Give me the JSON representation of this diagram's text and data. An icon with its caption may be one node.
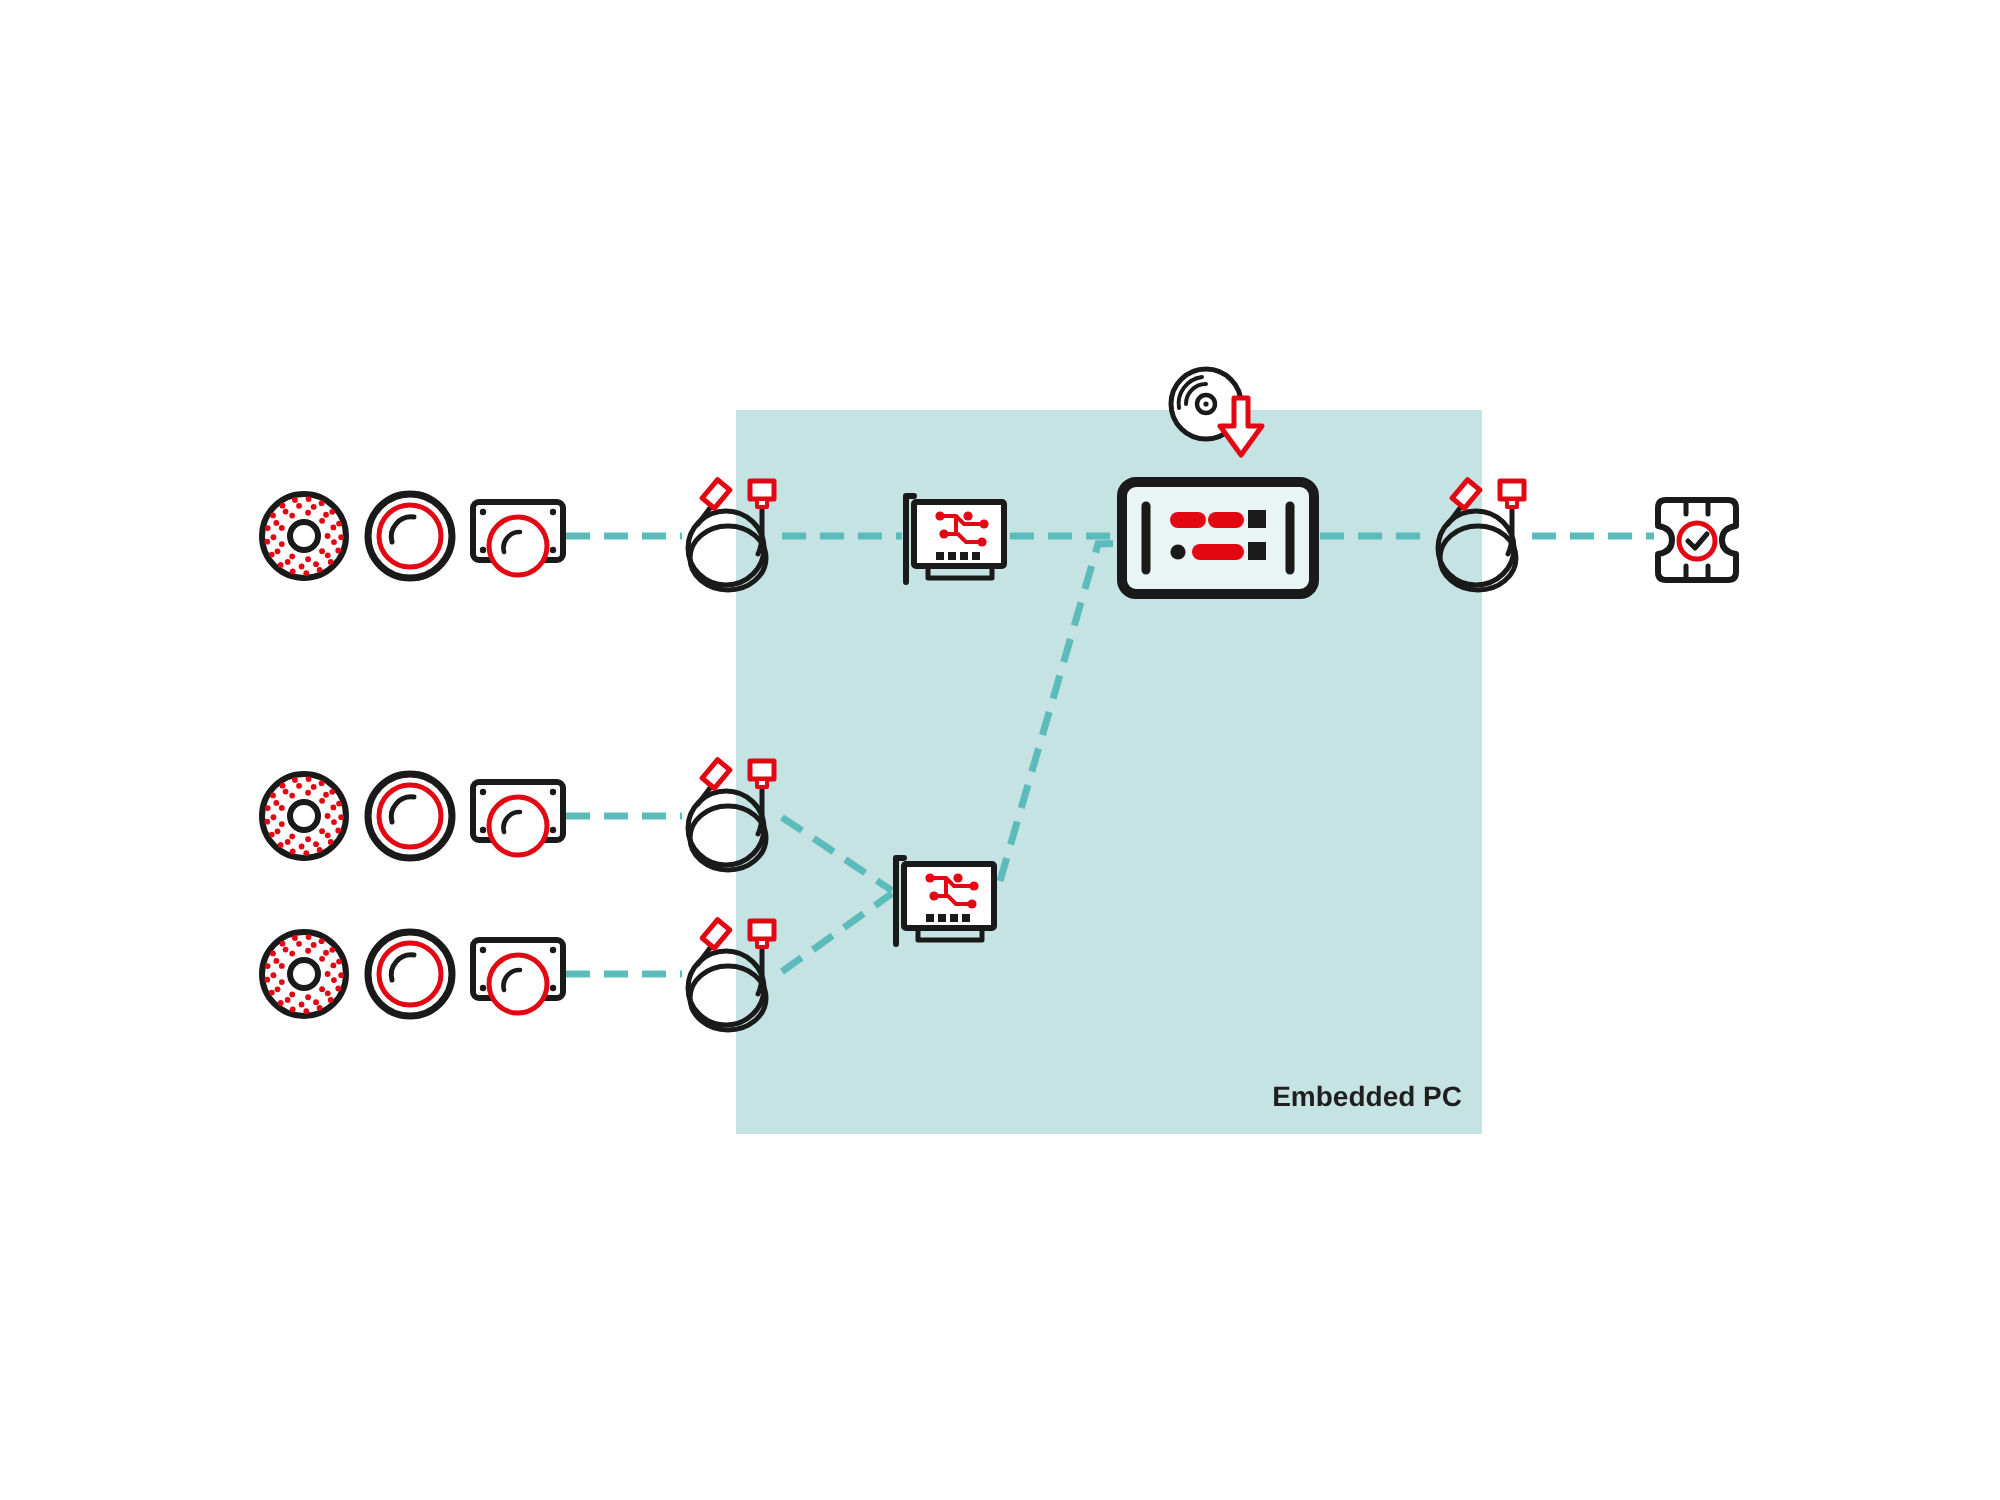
{
  "diagram": {
    "nodes": [
      {
        "text": [
          "Embedded PC"
        ]
      },
      {
        "text": [],
        "shape": "picture"
      },
      {
        "text": [],
        "shape": "picture"
      },
      {
        "text": [],
        "shape": "picture"
      },
      {
        "text": [],
        "shape": "picture"
      },
      {
        "text": [],
        "shape": "picture"
      },
      {
        "text": [],
        "shape": "picture",
        "in": 0
      },
      {
        "text": [],
        "shape": "picture",
        "in": 0
      },
      {
        "text": [],
        "shape": "picture"
      },
      {
        "text": [],
        "shape": "picture"
      },
      {
        "text": [],
        "shape": "picture"
      },
      {
        "text": [],
        "shape": "picture"
      },
      {
        "text": [],
        "shape": "picture"
      },
      {
        "text": [],
        "shape": "picture"
      },
      {
        "text": [],
        "shape": "picture",
        "in": 0
      },
      {
        "text": [],
        "shape": "picture"
      },
      {
        "text": [],
        "shape": "picture"
      },
      {
        "text": [],
        "shape": "picture"
      },
      {
        "text": [],
        "shape": "picture"
      }
    ],
    "edges": [
      {
        "from": 4,
        "to": 5,
        "arrow": "none",
        "style": "dashed"
      },
      {
        "from": 5,
        "to": 6,
        "arrow": "none",
        "style": "dashed"
      },
      {
        "from": 6,
        "to": 7,
        "arrow": "none",
        "style": "dashed"
      },
      {
        "from": 7,
        "to": 8,
        "arrow": "none",
        "style": "dashed"
      },
      {
        "from": 8,
        "to": 9,
        "arrow": "none",
        "style": "dashed"
      },
      {
        "from": 12,
        "to": 13,
        "arrow": "none",
        "style": "dashed"
      },
      {
        "from": 13,
        "to": 14,
        "arrow": "none",
        "style": "dashed"
      },
      {
        "from": 17,
        "to": 18,
        "arrow": "none",
        "style": "dashed"
      },
      {
        "from": 18,
        "to": 14,
        "arrow": "none",
        "style": "dashed"
      },
      {
        "from": 14,
        "to": 7,
        "arrow": "none",
        "style": "dashed"
      }
    ]
  }
}
